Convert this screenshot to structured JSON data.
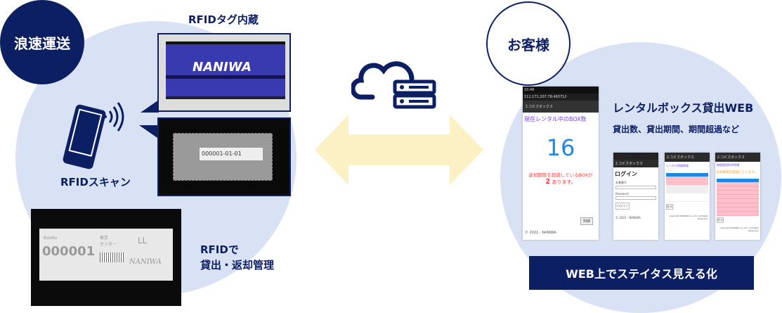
{
  "left": {
    "badge": "浪速運送",
    "tag_label": "RFIDタグ内蔵",
    "scan_label": "RFIDスキャン",
    "manage_label_1": "RFIDで",
    "manage_label_2": "貸出・返却管理",
    "box_brand": "NANIWA",
    "tag_code": "000001-01-01",
    "label_card": {
      "boxno_caption": "BoxNo",
      "boxno": "000001",
      "center_1": "東京",
      "center_2": "センター",
      "size": "LL",
      "brand": "NANIWA"
    }
  },
  "right": {
    "badge": "お客様",
    "title": "レンタルボックス貸出WEB",
    "subtitle": "貸出数、貸出期間、期間超過など",
    "banner": "WEB上でステイタス見える化",
    "phone": {
      "status": "10:46",
      "url": "111.171.207.78:49371/l",
      "app": "エコビズボックス",
      "heading": "現在レンタル中のBOX数",
      "count": "16",
      "warning": "返却期限を超過しているBOXが",
      "warning_count": "2",
      "warning_suffix": "あります。",
      "detail_btn": "明細",
      "footer": "© 2022 - NANIWA"
    },
    "login": {
      "app": "エコビズボックス",
      "title": "ログイン",
      "field1": "本番番号",
      "field2": "Password",
      "btn": "ログイン",
      "footer": "© 2022 - NANIWA"
    },
    "list": {
      "app": "エコビズボックス",
      "title": "レンタル時間情報",
      "back": "戻る",
      "footer": "Copyright NANIWA Co.,Ltd. All Rights Reserved."
    },
    "overdue": {
      "app": "エコビズボックス",
      "title": "期限超過BOX明細",
      "msg": "返却期限を超過しています。",
      "back": "戻る",
      "footer": "Copyright NANIWA Co.,Ltd. All Rights Reserved."
    }
  },
  "colors": {
    "navy": "#0d1f63",
    "light": "#d9e2f5",
    "arrow": "#fbf1c4",
    "blue": "#1e88e5",
    "purple": "#7b3ff2",
    "red": "#ff3b3b"
  }
}
